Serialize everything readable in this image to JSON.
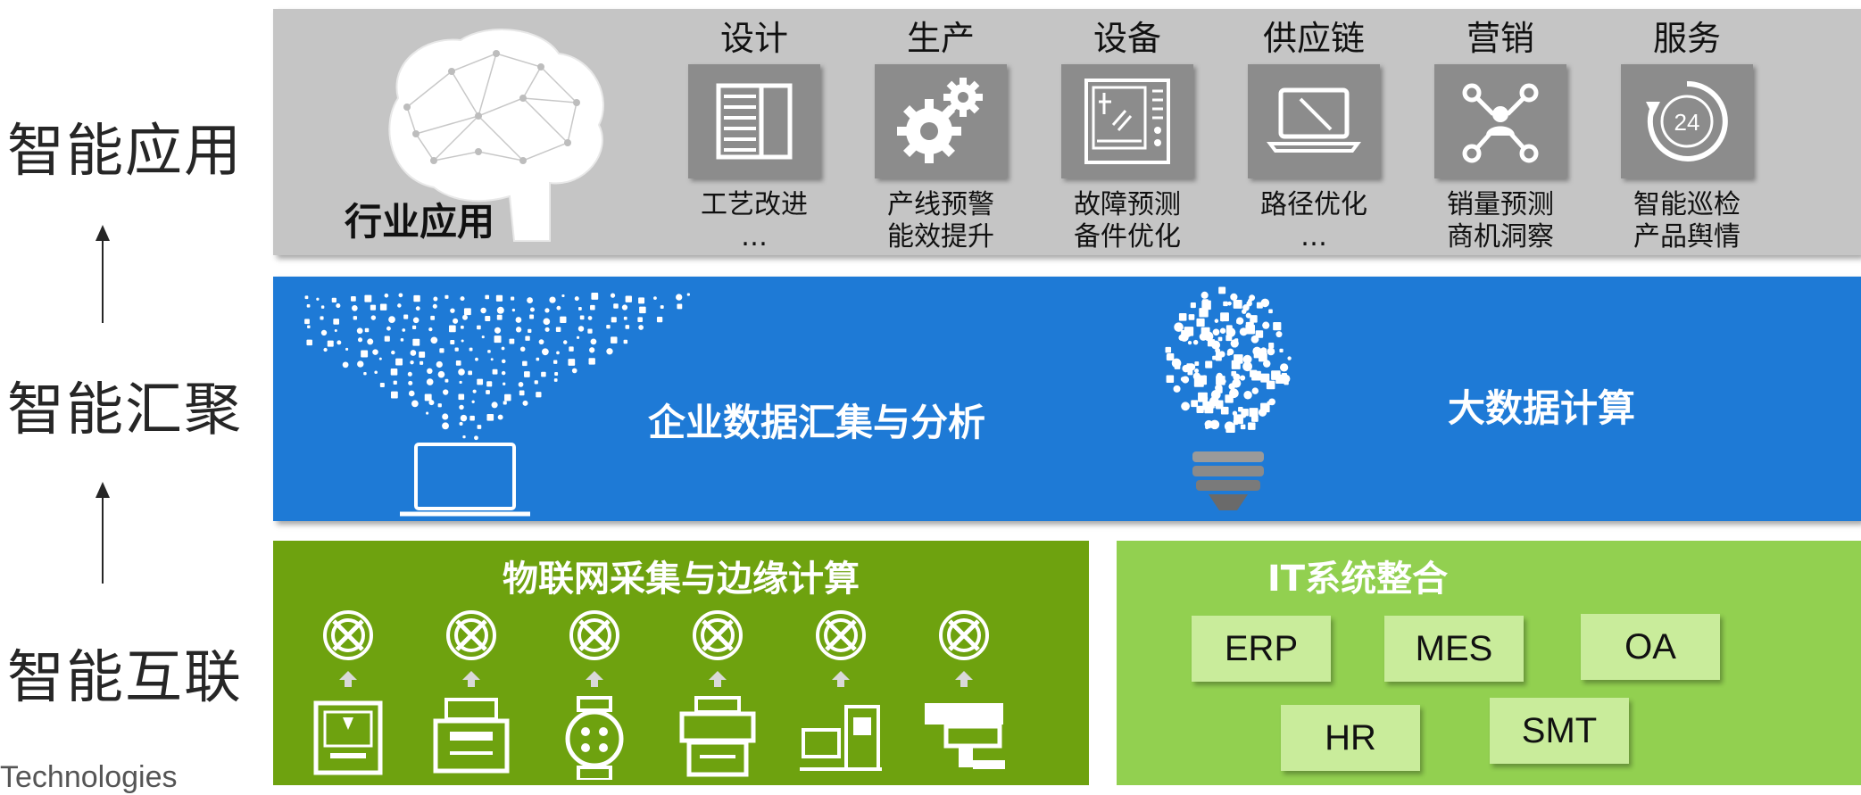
{
  "layers": {
    "top": "智能应用",
    "middle": "智能汇聚",
    "bottom": "智能互联"
  },
  "footer_text": "Technologies",
  "apps_band": {
    "title": "行业应用",
    "columns": [
      {
        "category": "设计",
        "icon": "document-icon",
        "lines": [
          "工艺改进",
          "…"
        ]
      },
      {
        "category": "生产",
        "icon": "gears-icon",
        "lines": [
          "产线预警",
          "能效提升"
        ]
      },
      {
        "category": "设备",
        "icon": "machine-panel-icon",
        "lines": [
          "故障预测",
          "备件优化"
        ]
      },
      {
        "category": "供应链",
        "icon": "laptop-route-icon",
        "lines": [
          "路径优化",
          "…"
        ]
      },
      {
        "category": "营销",
        "icon": "network-people-icon",
        "lines": [
          "销量预测",
          "商机洞察"
        ]
      },
      {
        "category": "服务",
        "icon": "24h-service-icon",
        "lines": [
          "智能巡检",
          "产品舆情"
        ]
      }
    ]
  },
  "data_band": {
    "left_title": "企业数据汇集与分析",
    "right_title": "大数据计算"
  },
  "iot_band": {
    "title": "物联网采集与边缘计算",
    "devices": [
      "3d-printer-icon",
      "printer-icon",
      "smart-watch-icon",
      "copier-icon",
      "workstation-icon",
      "camera-icon"
    ]
  },
  "it_band": {
    "title": "IT系统整合",
    "systems": [
      "ERP",
      "MES",
      "OA",
      "HR",
      "SMT"
    ]
  },
  "colors": {
    "gray_band": "#c5c5c5",
    "tile": "#8c8c8c",
    "blue_band": "#1e7ad6",
    "iot_green": "#6ea20f",
    "it_green": "#92d050",
    "system_box": "#c9ec9b"
  }
}
